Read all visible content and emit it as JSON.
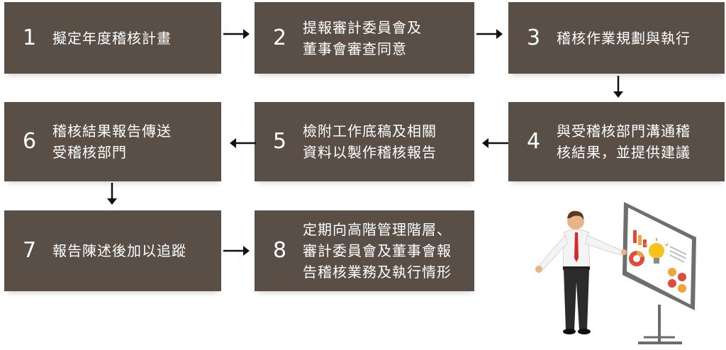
{
  "steps": [
    {
      "num": "1",
      "text": "擬定年度稽核計畫"
    },
    {
      "num": "2",
      "text": "提報審計委員會及\n董事會審查同意"
    },
    {
      "num": "3",
      "text": "稽核作業規劃與執行"
    },
    {
      "num": "4",
      "text": "與受稽核部門溝通稽\n核結果，並提供建議"
    },
    {
      "num": "5",
      "text": "檢附工作底稿及相關\n資料以製作稽核報告"
    },
    {
      "num": "6",
      "text": "稽核結果報告傳送\n受稽核部門"
    },
    {
      "num": "7",
      "text": "報告陳述後加以追蹤"
    },
    {
      "num": "8",
      "text": "定期向高階管理階層、\n審計委員會及董事會報\n告稽核業務及執行情形"
    }
  ],
  "colors": {
    "box": "#5a4f47",
    "text": "#ffffff",
    "arrow": "#111111"
  },
  "illustration": "presenter-with-whiteboard-icon"
}
